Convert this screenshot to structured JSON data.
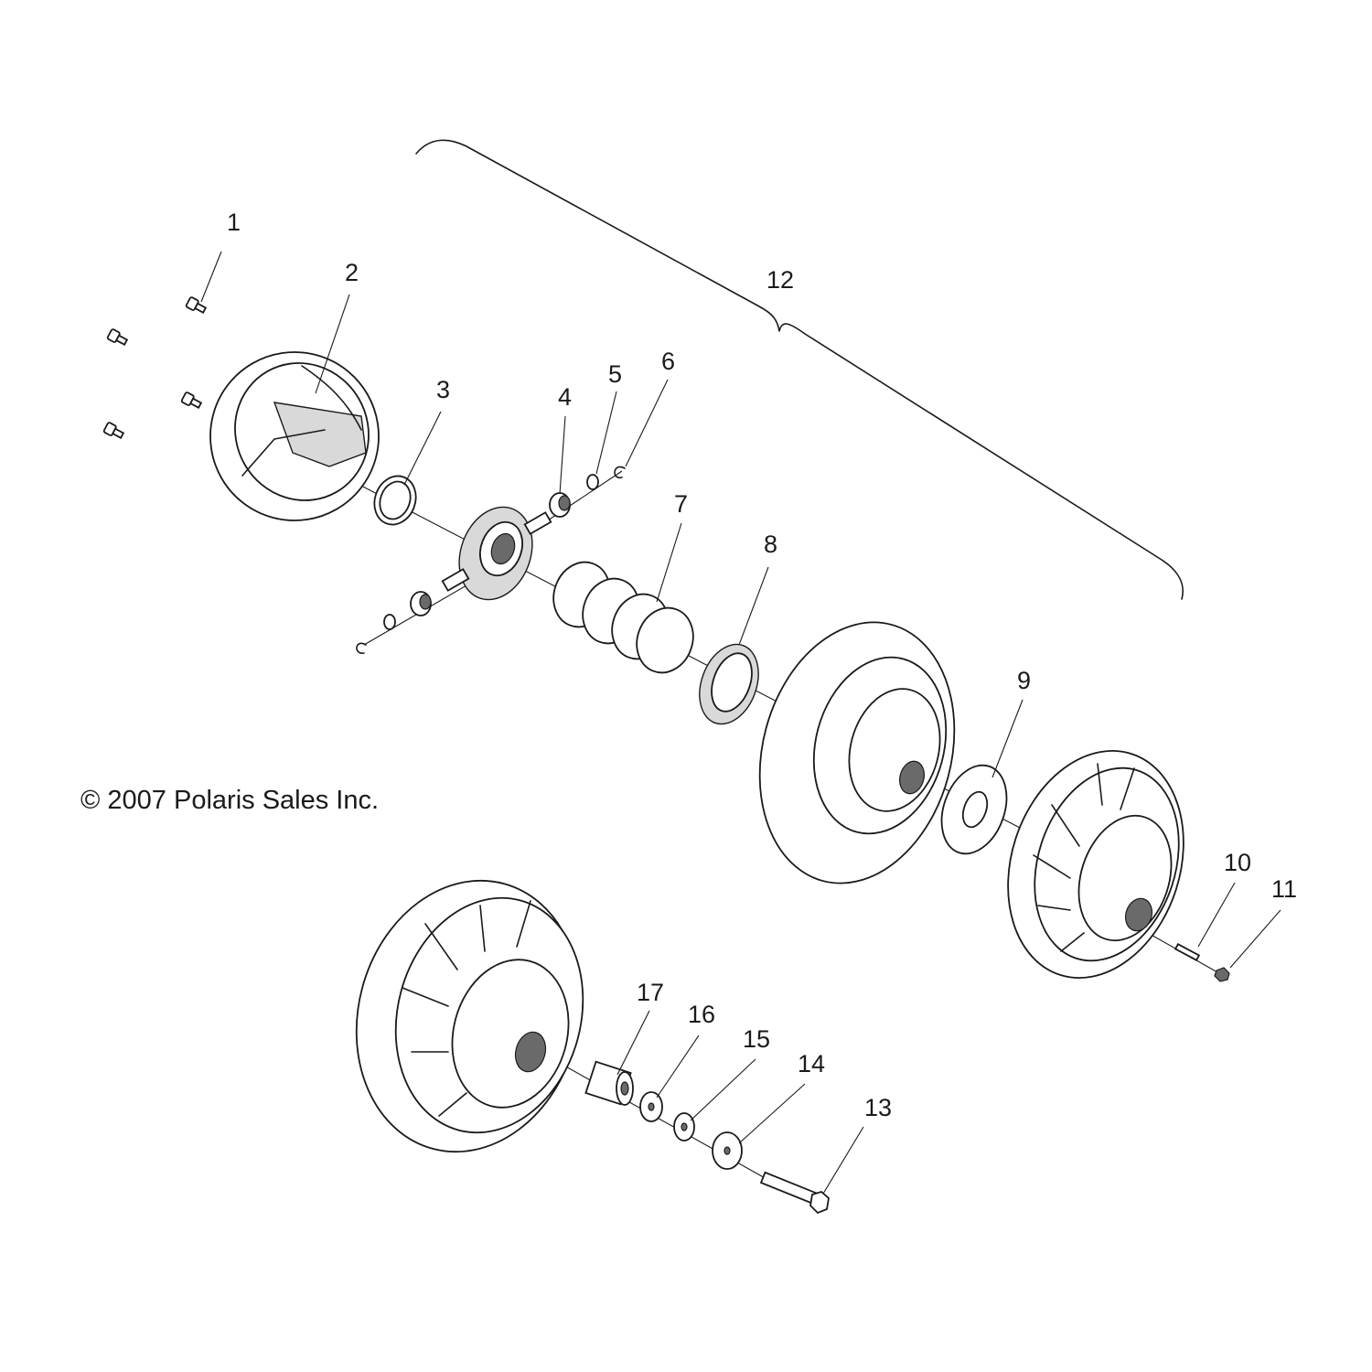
{
  "copyright": "© 2007 Polaris Sales Inc.",
  "callouts": [
    "1",
    "2",
    "3",
    "4",
    "5",
    "6",
    "7",
    "8",
    "9",
    "10",
    "11",
    "12",
    "13",
    "14",
    "15",
    "16",
    "17"
  ]
}
